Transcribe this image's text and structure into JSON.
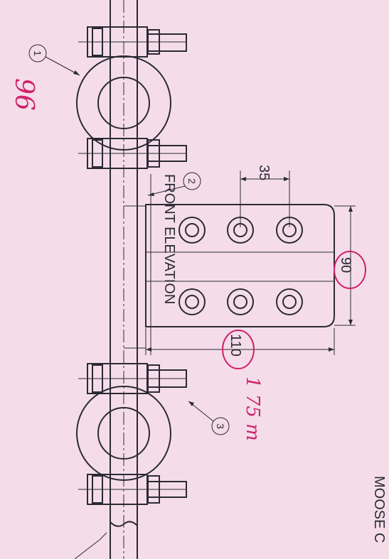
{
  "drawing": {
    "view_title": "FRONT ELEVATION",
    "title_block_partial": "MOOSE C",
    "balloons": [
      "1",
      "2",
      "3"
    ],
    "dimensions": {
      "hole_pitch": "35",
      "plate_width": "90",
      "plate_height": "110"
    }
  },
  "annotations": {
    "score": "96",
    "note": "1 75 m"
  },
  "colors": {
    "ink": "#2b2a33",
    "paper": "#f4dde9",
    "marker": "#d0206a"
  }
}
